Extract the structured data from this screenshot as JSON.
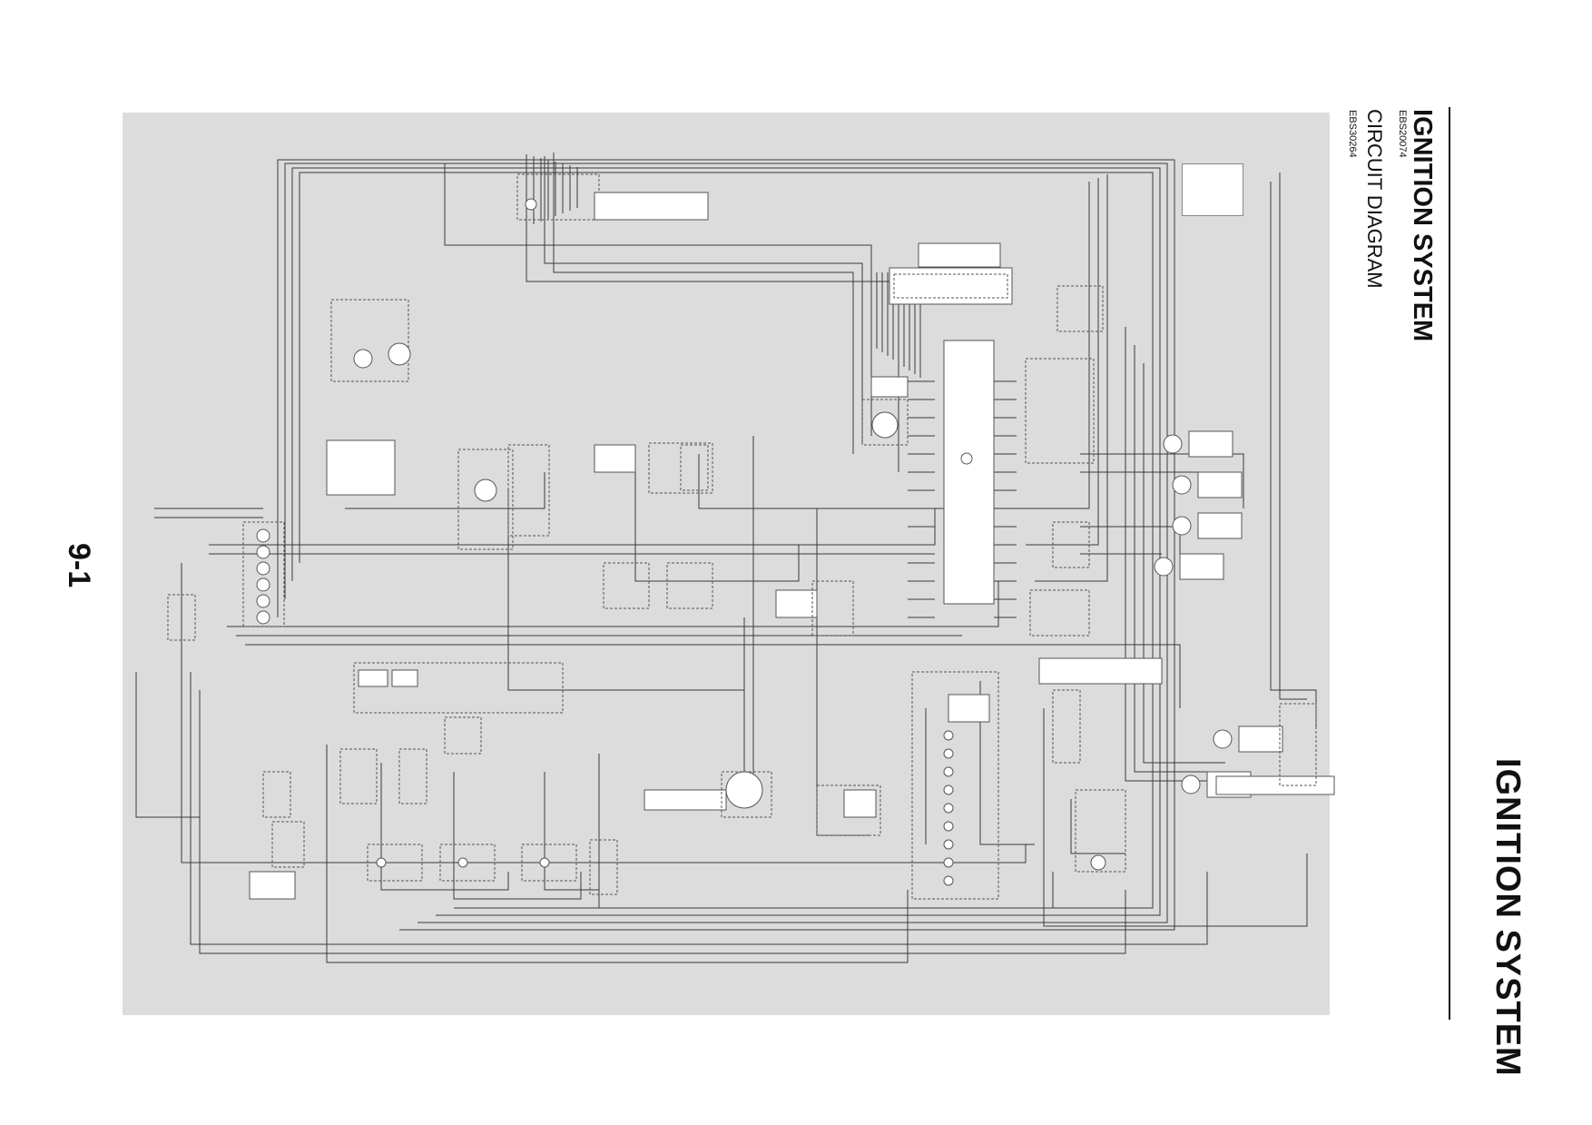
{
  "header": {
    "section_title": "IGNITION SYSTEM",
    "header_code": "EBS20074",
    "subtitle": "CIRCUIT DIAGRAM",
    "subtitle_code": "EBS30264",
    "page_title": "IGNITION SYSTEM"
  },
  "footer": {
    "page_number": "9-1"
  },
  "colors": {
    "background": "#ffffff",
    "diagram_background": "#dcdcdc",
    "wire": "#3a3a3a",
    "component_fill": "#ffffff",
    "component_outline": "#555555",
    "rule": "#111111"
  },
  "diagram": {
    "icons": [
      "connector-icon",
      "coil-icon",
      "switch-icon",
      "relay-icon",
      "fuse-icon",
      "lamp-icon",
      "ecu-icon",
      "battery-icon",
      "sensor-icon",
      "diode-icon"
    ]
  }
}
